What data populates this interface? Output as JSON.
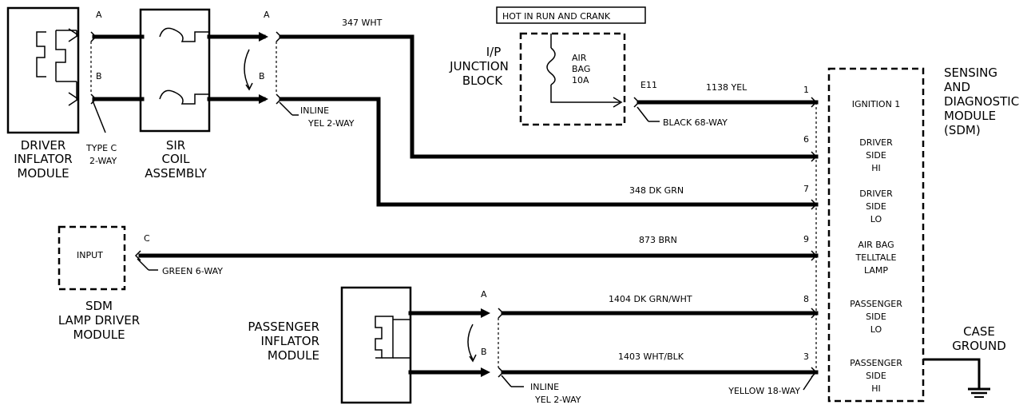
{
  "components": {
    "driver_inflator": [
      "DRIVER",
      "INFLATOR",
      "MODULE"
    ],
    "type_c": [
      "TYPE C",
      "2-WAY"
    ],
    "sir_coil": [
      "SIR",
      "COIL",
      "ASSEMBLY"
    ],
    "inline_top": [
      "INLINE",
      "YEL 2-WAY"
    ],
    "junction_block": [
      "I/P",
      "JUNCTION",
      "BLOCK"
    ],
    "hot_in_run": "HOT IN RUN AND CRANK",
    "fuse": [
      "AIR",
      "BAG",
      "10A"
    ],
    "black_connector": "BLACK 68-WAY",
    "sdm_title": [
      "SENSING",
      "AND",
      "DIAGNOSTIC",
      "MODULE",
      "(SDM)"
    ],
    "sdm_lamp_driver": [
      "SDM",
      "LAMP DRIVER",
      "MODULE"
    ],
    "input_label": "INPUT",
    "green_connector": "GREEN 6-WAY",
    "passenger_inflator": [
      "PASSENGER",
      "INFLATOR",
      "MODULE"
    ],
    "inline_bottom": [
      "INLINE",
      "YEL 2-WAY"
    ],
    "yellow_connector": "YELLOW 18-WAY",
    "case_ground": [
      "CASE",
      "GROUND"
    ]
  },
  "pin_letters": {
    "a1": "A",
    "b1": "B",
    "a2": "A",
    "b2": "B",
    "c": "C",
    "a3": "A",
    "b3": "B",
    "e11": "E11"
  },
  "wires": [
    {
      "id": "347",
      "label": "347 WHT",
      "pin": "6"
    },
    {
      "id": "1138",
      "label": "1138 YEL",
      "pin": "1"
    },
    {
      "id": "348",
      "label": "348 DK GRN",
      "pin": "7"
    },
    {
      "id": "873",
      "label": "873 BRN",
      "pin": "9"
    },
    {
      "id": "1404",
      "label": "1404 DK GRN/WHT",
      "pin": "8"
    },
    {
      "id": "1403",
      "label": "1403 WHT/BLK",
      "pin": "3"
    }
  ],
  "sdm_functions": {
    "ignition": [
      "IGNITION 1"
    ],
    "driver_hi": [
      "DRIVER",
      "SIDE",
      "HI"
    ],
    "driver_lo": [
      "DRIVER",
      "SIDE",
      "LO"
    ],
    "telltale": [
      "AIR BAG",
      "TELLTALE",
      "LAMP"
    ],
    "pass_lo": [
      "PASSENGER",
      "SIDE",
      "LO"
    ],
    "pass_hi": [
      "PASSENGER",
      "SIDE",
      "HI"
    ]
  }
}
